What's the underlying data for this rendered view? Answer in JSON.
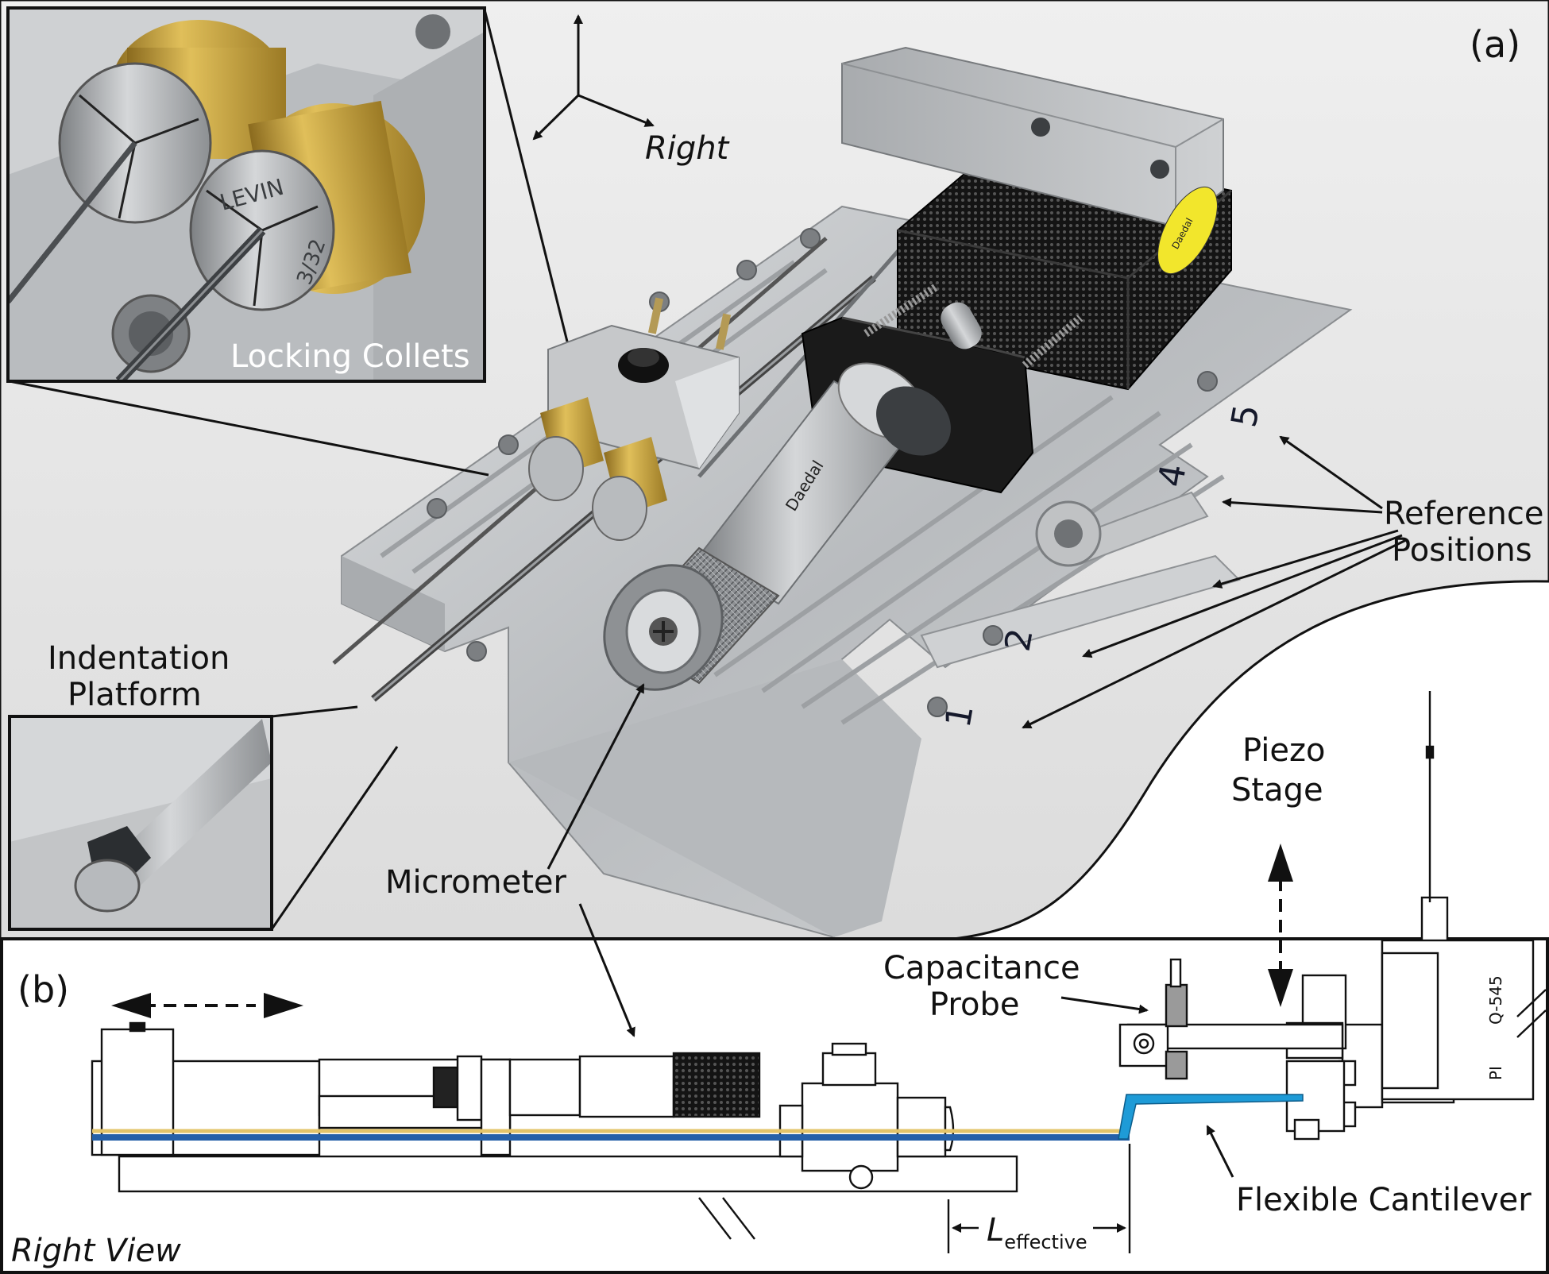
{
  "panels": {
    "a": "(a)",
    "b": "(b)"
  },
  "labels": {
    "right": "Right",
    "locking_collets": "Locking Collets",
    "indentation_platform": [
      "Indentation",
      "Platform"
    ],
    "reference_positions": [
      "Reference",
      "Positions"
    ],
    "micrometer": "Micrometer",
    "piezo_stage": [
      "Piezo",
      "Stage"
    ],
    "capacitance_probe": [
      "Capacitance",
      "Probe"
    ],
    "flexible_cantilever": "Flexible Cantilever",
    "right_view": "Right View",
    "l_effective": {
      "main": "L",
      "sub": "effective"
    }
  },
  "photo_marks": {
    "reference_numbers": [
      "1",
      "2",
      "4",
      "5"
    ],
    "collet_text": [
      "LEVIN",
      "3/32"
    ],
    "micrometer_text": "Daedal",
    "stage_sticker": "Daedal",
    "piezo_text": [
      "Q-545",
      "PI"
    ]
  },
  "colors": {
    "background": "#ffffff",
    "photo_bg": "#e9e9e9",
    "aluminum": "#c7c9cb",
    "stage_black": "#1c1c1c",
    "brass": "#c9a23a",
    "sticker_yellow": "#f2e62c",
    "cantilever_blue": "#1e9bd7",
    "rod_blue": "#2560a8",
    "rod_gold": "#e3c46a",
    "line": "#111111"
  }
}
